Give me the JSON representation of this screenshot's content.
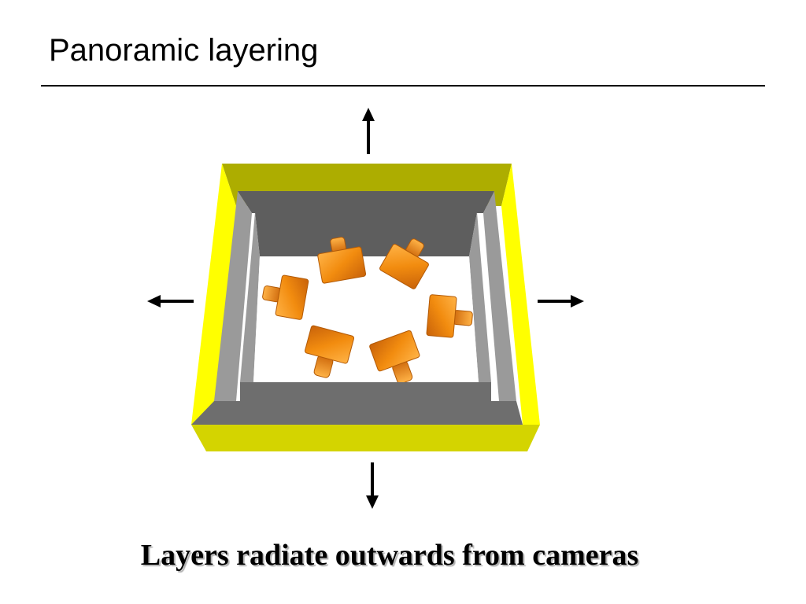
{
  "slide": {
    "title": "Panoramic layering",
    "caption": "Layers radiate outwards from cameras"
  },
  "diagram": {
    "outer_layer": {
      "front_color": "#D4D400",
      "side_color": "#FFFF00",
      "back_color": "#ADAD00"
    },
    "inner_layers": {
      "wall_color": "#5E5E5E",
      "side_color": "#9A9A9A",
      "front_color": "#6E6E6E"
    },
    "camera_color": "#F28C0F",
    "camera_count": 6,
    "arrow_directions": [
      "up",
      "down",
      "left",
      "right"
    ],
    "icons": [
      "arrow-up-icon",
      "arrow-down-icon",
      "arrow-left-icon",
      "arrow-right-icon",
      "camera-icon"
    ]
  }
}
